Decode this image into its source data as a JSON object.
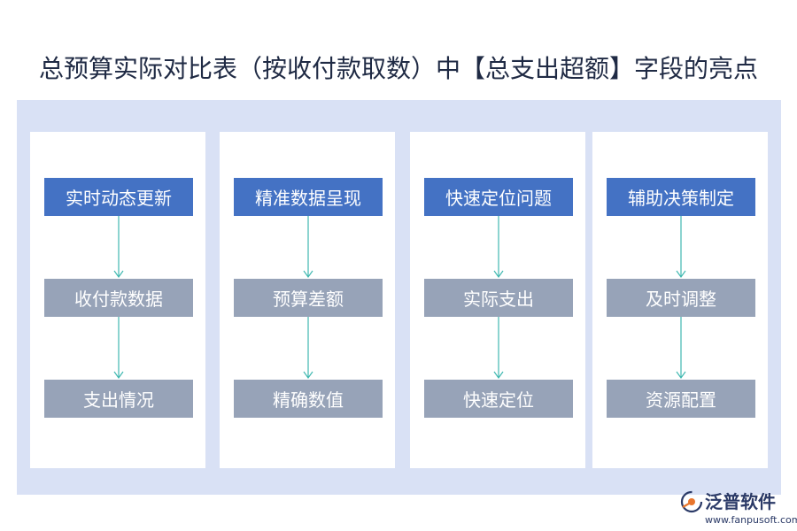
{
  "title": "总预算实际对比表（按收付款取数）中【总支出超额】字段的亮点",
  "columns": [
    {
      "head": "实时动态更新",
      "mid": "收付款数据",
      "bottom": "支出情况"
    },
    {
      "head": "精准数据呈现",
      "mid": "预算差额",
      "bottom": "精确数值"
    },
    {
      "head": "快速定位问题",
      "mid": "实际支出",
      "bottom": "快速定位"
    },
    {
      "head": "辅助决策制定",
      "mid": "及时调整",
      "bottom": "资源配置"
    }
  ],
  "logo": {
    "name": "泛普软件",
    "url": "www.fanpusoft.com"
  },
  "colors": {
    "panel": "#d9e1f5",
    "head_box": "#4472c4",
    "sub_box": "#97a3b8",
    "arrow": "#3fb8b0",
    "title": "#1f2a44"
  }
}
